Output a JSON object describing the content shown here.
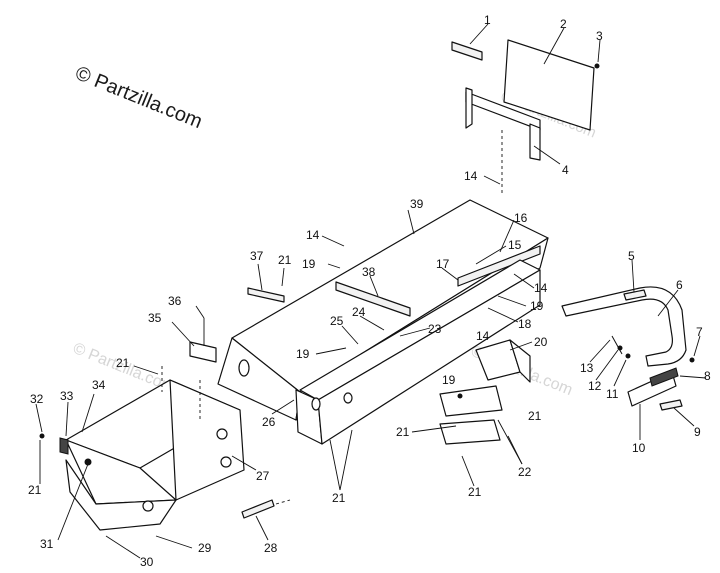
{
  "watermark": {
    "main": "© Partzilla.com",
    "faint": "© Partzilla.com"
  },
  "callouts": [
    {
      "id": "c1",
      "text": "1"
    },
    {
      "id": "c2",
      "text": "2"
    },
    {
      "id": "c3",
      "text": "3"
    },
    {
      "id": "c4",
      "text": "4"
    },
    {
      "id": "c5",
      "text": "5"
    },
    {
      "id": "c6",
      "text": "6"
    },
    {
      "id": "c7",
      "text": "7"
    },
    {
      "id": "c8",
      "text": "8"
    },
    {
      "id": "c9",
      "text": "9"
    },
    {
      "id": "c10",
      "text": "10"
    },
    {
      "id": "c11",
      "text": "11"
    },
    {
      "id": "c12",
      "text": "12"
    },
    {
      "id": "c13",
      "text": "13"
    },
    {
      "id": "c14a",
      "text": "14"
    },
    {
      "id": "c14b",
      "text": "14"
    },
    {
      "id": "c14c",
      "text": "14"
    },
    {
      "id": "c14d",
      "text": "14"
    },
    {
      "id": "c15",
      "text": "15"
    },
    {
      "id": "c16",
      "text": "16"
    },
    {
      "id": "c17",
      "text": "17"
    },
    {
      "id": "c18",
      "text": "18"
    },
    {
      "id": "c19a",
      "text": "19"
    },
    {
      "id": "c19b",
      "text": "19"
    },
    {
      "id": "c19c",
      "text": "19"
    },
    {
      "id": "c19d",
      "text": "19"
    },
    {
      "id": "c20",
      "text": "20"
    },
    {
      "id": "c21a",
      "text": "21"
    },
    {
      "id": "c21b",
      "text": "21"
    },
    {
      "id": "c21c",
      "text": "21"
    },
    {
      "id": "c21d",
      "text": "21"
    },
    {
      "id": "c21e",
      "text": "21"
    },
    {
      "id": "c21f",
      "text": "21"
    },
    {
      "id": "c21g",
      "text": "21"
    },
    {
      "id": "c22",
      "text": "22"
    },
    {
      "id": "c23",
      "text": "23"
    },
    {
      "id": "c24",
      "text": "24"
    },
    {
      "id": "c25",
      "text": "25"
    },
    {
      "id": "c26",
      "text": "26"
    },
    {
      "id": "c27",
      "text": "27"
    },
    {
      "id": "c28",
      "text": "28"
    },
    {
      "id": "c29",
      "text": "29"
    },
    {
      "id": "c30",
      "text": "30"
    },
    {
      "id": "c31",
      "text": "31"
    },
    {
      "id": "c32",
      "text": "32"
    },
    {
      "id": "c33",
      "text": "33"
    },
    {
      "id": "c34",
      "text": "34"
    },
    {
      "id": "c35",
      "text": "35"
    },
    {
      "id": "c36",
      "text": "36"
    },
    {
      "id": "c37",
      "text": "37"
    },
    {
      "id": "c38",
      "text": "38"
    },
    {
      "id": "c39",
      "text": "39"
    }
  ]
}
